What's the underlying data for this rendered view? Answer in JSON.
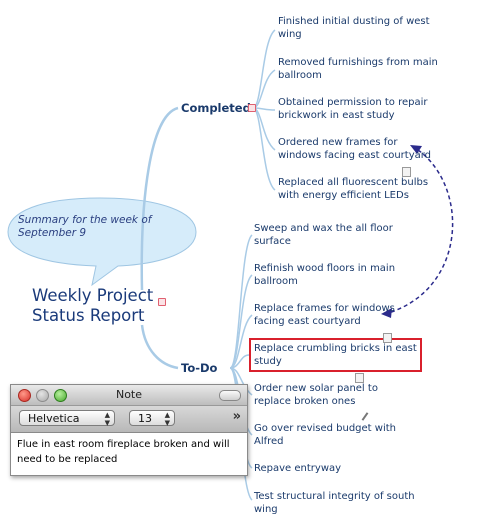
{
  "mindmap": {
    "central_topic": {
      "line1": "Weekly Project",
      "line2": "Status Report"
    },
    "callout": {
      "line1": "Summary for the week of",
      "line2": "September 9"
    },
    "branches": {
      "completed": {
        "label": "Completed",
        "items": [
          {
            "line1": "Finished initial dusting of west",
            "line2": "wing"
          },
          {
            "line1": "Removed furnishings from main",
            "line2": "ballroom"
          },
          {
            "line1": "Obtained permission to repair",
            "line2": "brickwork in east study"
          },
          {
            "line1": "Ordered new frames for",
            "line2": "windows facing east courtyard"
          },
          {
            "line1": "Replaced all fluorescent bulbs",
            "line2": "with energy efficient LEDs"
          }
        ]
      },
      "todo": {
        "label": "To-Do",
        "items": [
          {
            "line1": "Sweep and wax the all floor",
            "line2": "surface"
          },
          {
            "line1": "Refinish wood floors in main",
            "line2": "ballroom"
          },
          {
            "line1": "Replace frames for windows",
            "line2": "facing east courtyard"
          },
          {
            "line1": "Replace crumbling bricks in east",
            "line2": "study"
          },
          {
            "line1": "Order new solar panel to",
            "line2": "replace broken ones"
          },
          {
            "line1": "Go over revised budget with",
            "line2": "Alfred"
          },
          {
            "line1": "Repave entryway",
            "line2": ""
          },
          {
            "line1": "Test structural integrity of south",
            "line2": "wing"
          }
        ]
      }
    },
    "colors": {
      "branch_line": "#a9cbe6",
      "relationship": "#2b2b8c",
      "selection": "#d9202c",
      "text": "#1a3a6b"
    }
  },
  "note_window": {
    "title": "Note",
    "font": "Helvetica",
    "size": "13",
    "text": "Flue in east room fireplace broken and will need to be replaced",
    "expand_icon": "double-chevron-right-icon"
  }
}
